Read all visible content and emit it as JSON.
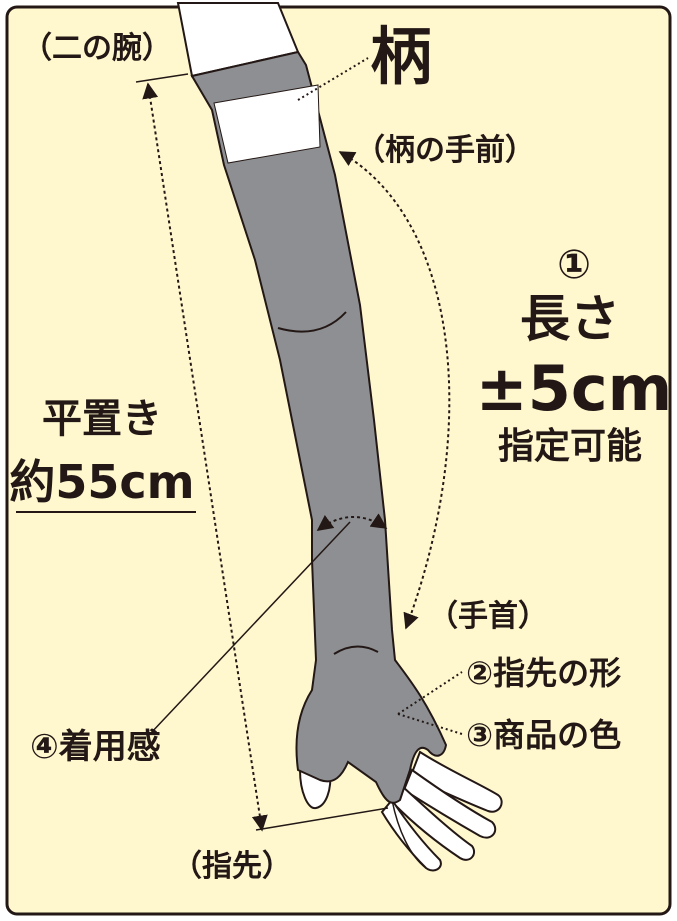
{
  "colors": {
    "background": "#fff8cf",
    "border": "#231815",
    "sleeve": "#8d8f92",
    "skin": "#ffffff",
    "pattern_area": "#ffffff",
    "text": "#231815"
  },
  "labels": {
    "pattern": "柄",
    "upper_arm": "（二の腕）",
    "pattern_front": "（柄の手前）",
    "length_number": "①",
    "length_title": "長さ",
    "length_tolerance": "±5cm",
    "length_note": "指定可能",
    "flat_length_title": "平置き",
    "flat_length_value": "約55cm",
    "wrist": "（手首）",
    "fingertip_shape": "②指先の形",
    "product_color": "③商品の色",
    "fit": "④着用感",
    "fingertip": "（指先）"
  }
}
